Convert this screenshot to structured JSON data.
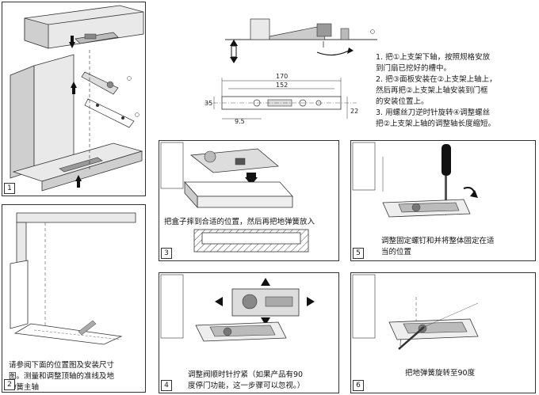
{
  "panels": [
    {
      "number": "1"
    },
    {
      "number": "2",
      "caption": [
        "请参阅下面的位置图及安装尺寸",
        "图。测量和调整顶轴的准线及地",
        "弹簧主轴"
      ]
    },
    {
      "number": "3",
      "caption": "把盒子摔到合适的位置，然后再把地弹簧放入"
    },
    {
      "number": "4",
      "caption": [
        "调整阀顺时针拧紧（如果产品有90",
        "度停门功能，这一步骤可以忽视。）"
      ]
    },
    {
      "number": "5",
      "caption": [
        "调整固定螺钉和并将整体固定在适",
        "当的位置"
      ]
    },
    {
      "number": "6",
      "caption": "把地弹簧旋转至90度"
    }
  ],
  "dimensions": {
    "overall": "170",
    "inner": "152",
    "offset": "9.5",
    "height_left": "35",
    "height_right": "22"
  },
  "instructions": [
    "1. 把①上支架下轴，按照规格安放",
    "到门扇已挖好的槽中。",
    "2. 把③面板安装在②上支架上轴上，",
    "然后再把②上支架上轴安装到门框",
    "的安装位置上。",
    "3. 用螺丝刀逆时针旋转④调整螺丝",
    "把②上支架上轴的调整轴长度缩短。"
  ],
  "colors": {
    "line": "#333333",
    "fill_light": "#e6e6e6",
    "fill_mid": "#bdbdbd",
    "fill_dark": "#555555"
  }
}
